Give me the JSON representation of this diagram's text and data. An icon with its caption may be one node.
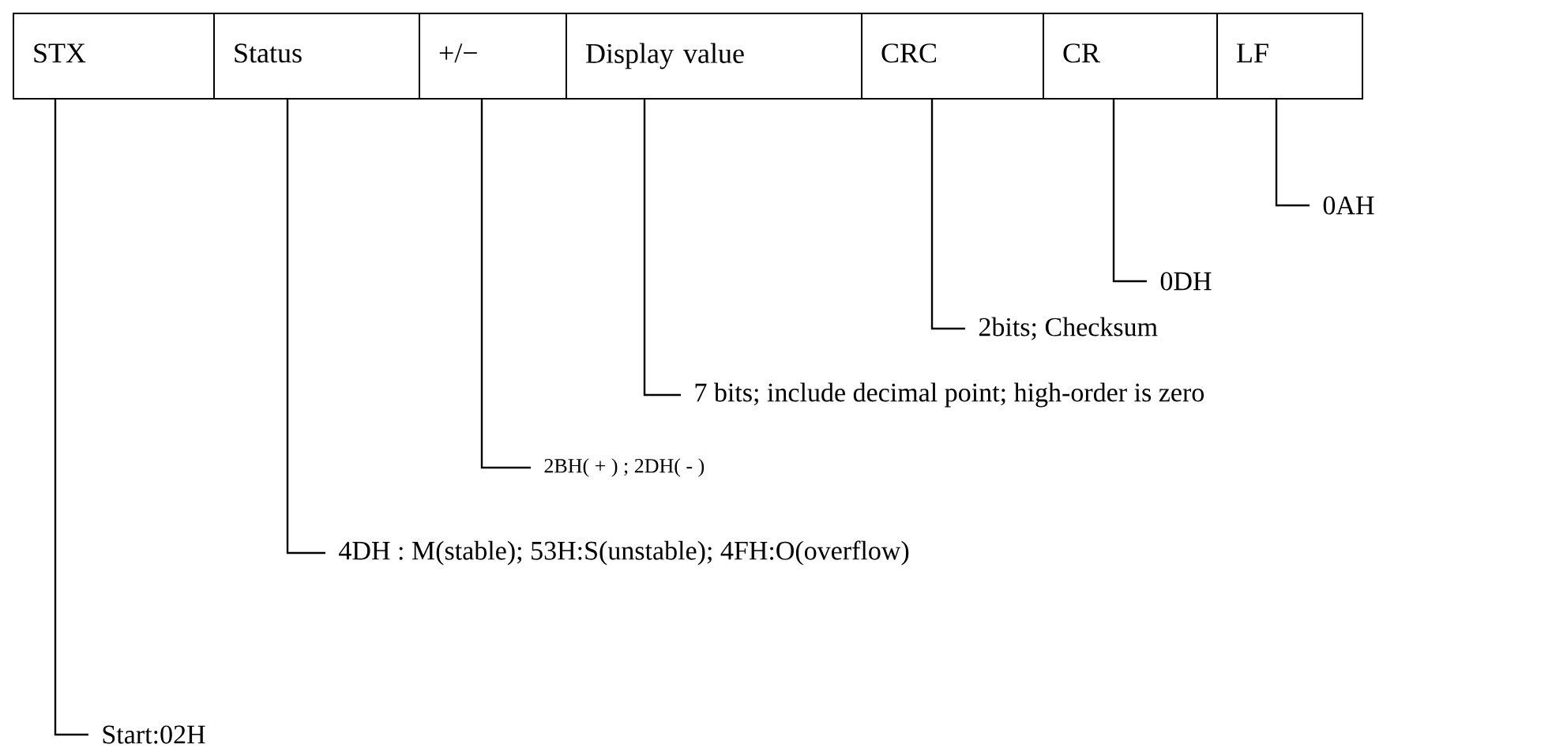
{
  "diagram": {
    "nodes": [
      {
        "text": [
          "STX"
        ]
      },
      {
        "text": [
          "Status"
        ]
      },
      {
        "text": [
          "+/−"
        ]
      },
      {
        "text": [
          "Display value"
        ]
      },
      {
        "text": [
          "CRC"
        ]
      },
      {
        "text": [
          "CR"
        ]
      },
      {
        "text": [
          "LF"
        ]
      },
      {
        "text": [
          "Start:02H"
        ]
      },
      {
        "text": [
          "4DH : M(stable); 53H:S(unstable); 4FH:O(overflow)"
        ]
      },
      {
        "text": [
          "2BH( + ) ; 2DH( - )"
        ]
      },
      {
        "text": [
          "7 bits; include decimal point; high-order is zero"
        ]
      },
      {
        "text": [
          "2bits; Checksum"
        ]
      },
      {
        "text": [
          "0DH"
        ]
      },
      {
        "text": [
          "0AH"
        ]
      }
    ],
    "edges": [
      {
        "from": 7,
        "to": 0,
        "arrow": "none"
      },
      {
        "from": 8,
        "to": 1,
        "arrow": "none"
      },
      {
        "from": 9,
        "to": 2,
        "arrow": "none"
      },
      {
        "from": 10,
        "to": 3,
        "arrow": "none"
      },
      {
        "from": 11,
        "to": 4,
        "arrow": "none"
      },
      {
        "from": 12,
        "to": 5,
        "arrow": "none"
      },
      {
        "from": 13,
        "to": 6,
        "arrow": "none"
      }
    ]
  }
}
